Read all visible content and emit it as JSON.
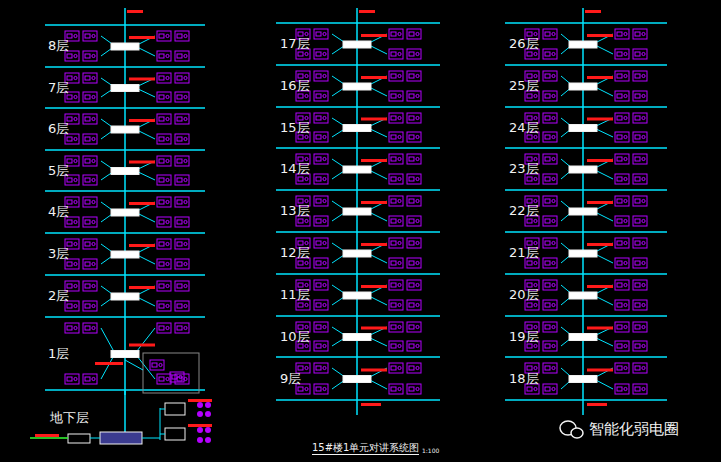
{
  "diagram": {
    "title": "15#楼1单元对讲系统图",
    "labels": [
      "8层",
      "7层",
      "6层",
      "5层",
      "4层",
      "3层",
      "2层",
      "1层",
      "地下层",
      "17层",
      "16层",
      "15层",
      "14层",
      "13层",
      "12层",
      "11层",
      "10层",
      "9层",
      "26层",
      "25层",
      "24层",
      "23层",
      "22层",
      "21层",
      "20层",
      "19层",
      "18层",
      "1:100",
      "智能化弱电圈"
    ]
  }
}
